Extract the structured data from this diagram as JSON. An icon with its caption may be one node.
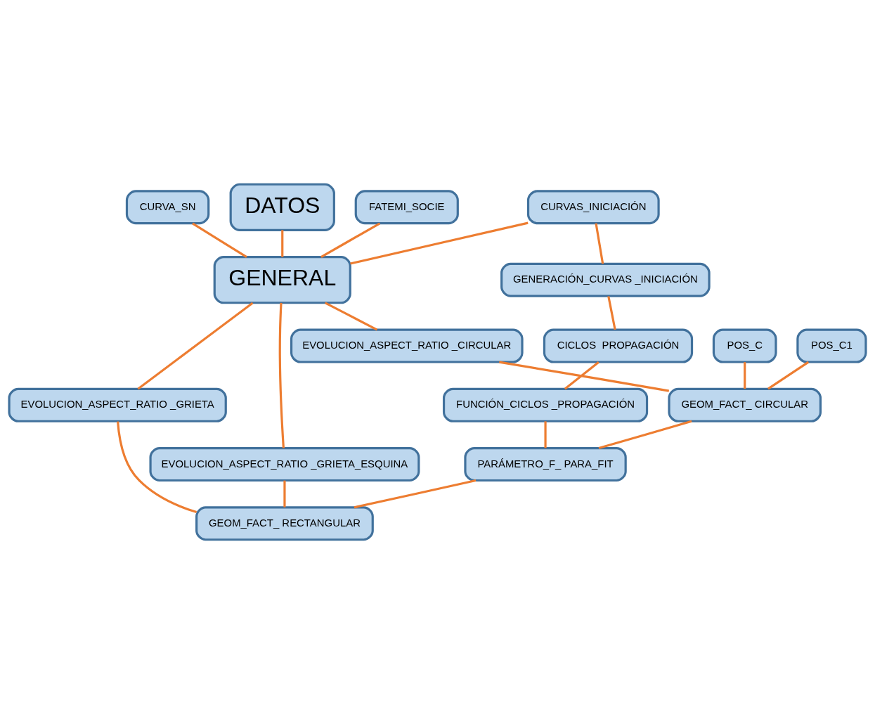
{
  "diagram": {
    "nodes": [
      {
        "text": [
          "CURVA_SN"
        ]
      },
      {
        "text": [
          "DATOS"
        ]
      },
      {
        "text": [
          "EVOLUCION_ASPECT_RATIO _CIRCULAR"
        ]
      },
      {
        "text": [
          "FATEMI_SOCIE"
        ]
      },
      {
        "text": [
          "GENERAL"
        ]
      },
      {
        "text": [
          "EVOLUCION_ASPECT_RATIO _GRIETA_ESQUINA"
        ]
      },
      {
        "text": [
          "CURVAS_INICIACIÓN"
        ]
      },
      {
        "text": [
          "EVOLUCION_ASPECT_RATIO _GRIETA"
        ]
      },
      {
        "text": [
          "GENERACIÓN_CURVAS _INICIACIÓN"
        ]
      },
      {
        "text": [
          "CICLOS  PROPAGACIÓN"
        ]
      },
      {
        "text": [
          "FUNCIÓN_CICLOS _PROPAGACIÓN"
        ]
      },
      {
        "text": [
          "POS_C"
        ]
      },
      {
        "text": [
          "GEOM_FACT_ CIRCULAR"
        ]
      },
      {
        "text": [
          "PARÁMETRO_F_ PARA_FIT"
        ]
      },
      {
        "text": [
          "POS_C1"
        ]
      },
      {
        "text": [
          "GEOM_FACT_ RECTANGULAR"
        ]
      }
    ],
    "edges": [
      {
        "from": 0,
        "to": 4,
        "arrow": "none"
      },
      {
        "from": 1,
        "to": 4,
        "arrow": "none"
      },
      {
        "from": 3,
        "to": 4,
        "arrow": "none"
      },
      {
        "from": 4,
        "to": 2,
        "arrow": "none"
      },
      {
        "from": 4,
        "to": 5,
        "arrow": "none"
      },
      {
        "from": 6,
        "to": 4,
        "arrow": "none"
      },
      {
        "from": 4,
        "to": 7,
        "arrow": "none"
      },
      {
        "from": 6,
        "to": 8,
        "arrow": "none"
      },
      {
        "from": 8,
        "to": 9,
        "arrow": "none"
      },
      {
        "from": 9,
        "to": 10,
        "arrow": "none"
      },
      {
        "from": 10,
        "to": 13,
        "arrow": "none"
      },
      {
        "from": 12,
        "to": 13,
        "arrow": "none"
      },
      {
        "from": 11,
        "to": 12,
        "arrow": "none"
      },
      {
        "from": 14,
        "to": 12,
        "arrow": "none"
      },
      {
        "from": 13,
        "to": 15,
        "arrow": "none"
      },
      {
        "from": 2,
        "to": 12,
        "arrow": "none"
      },
      {
        "from": 5,
        "to": 15,
        "arrow": "none"
      },
      {
        "from": 7,
        "to": 15,
        "arrow": "none"
      }
    ]
  }
}
